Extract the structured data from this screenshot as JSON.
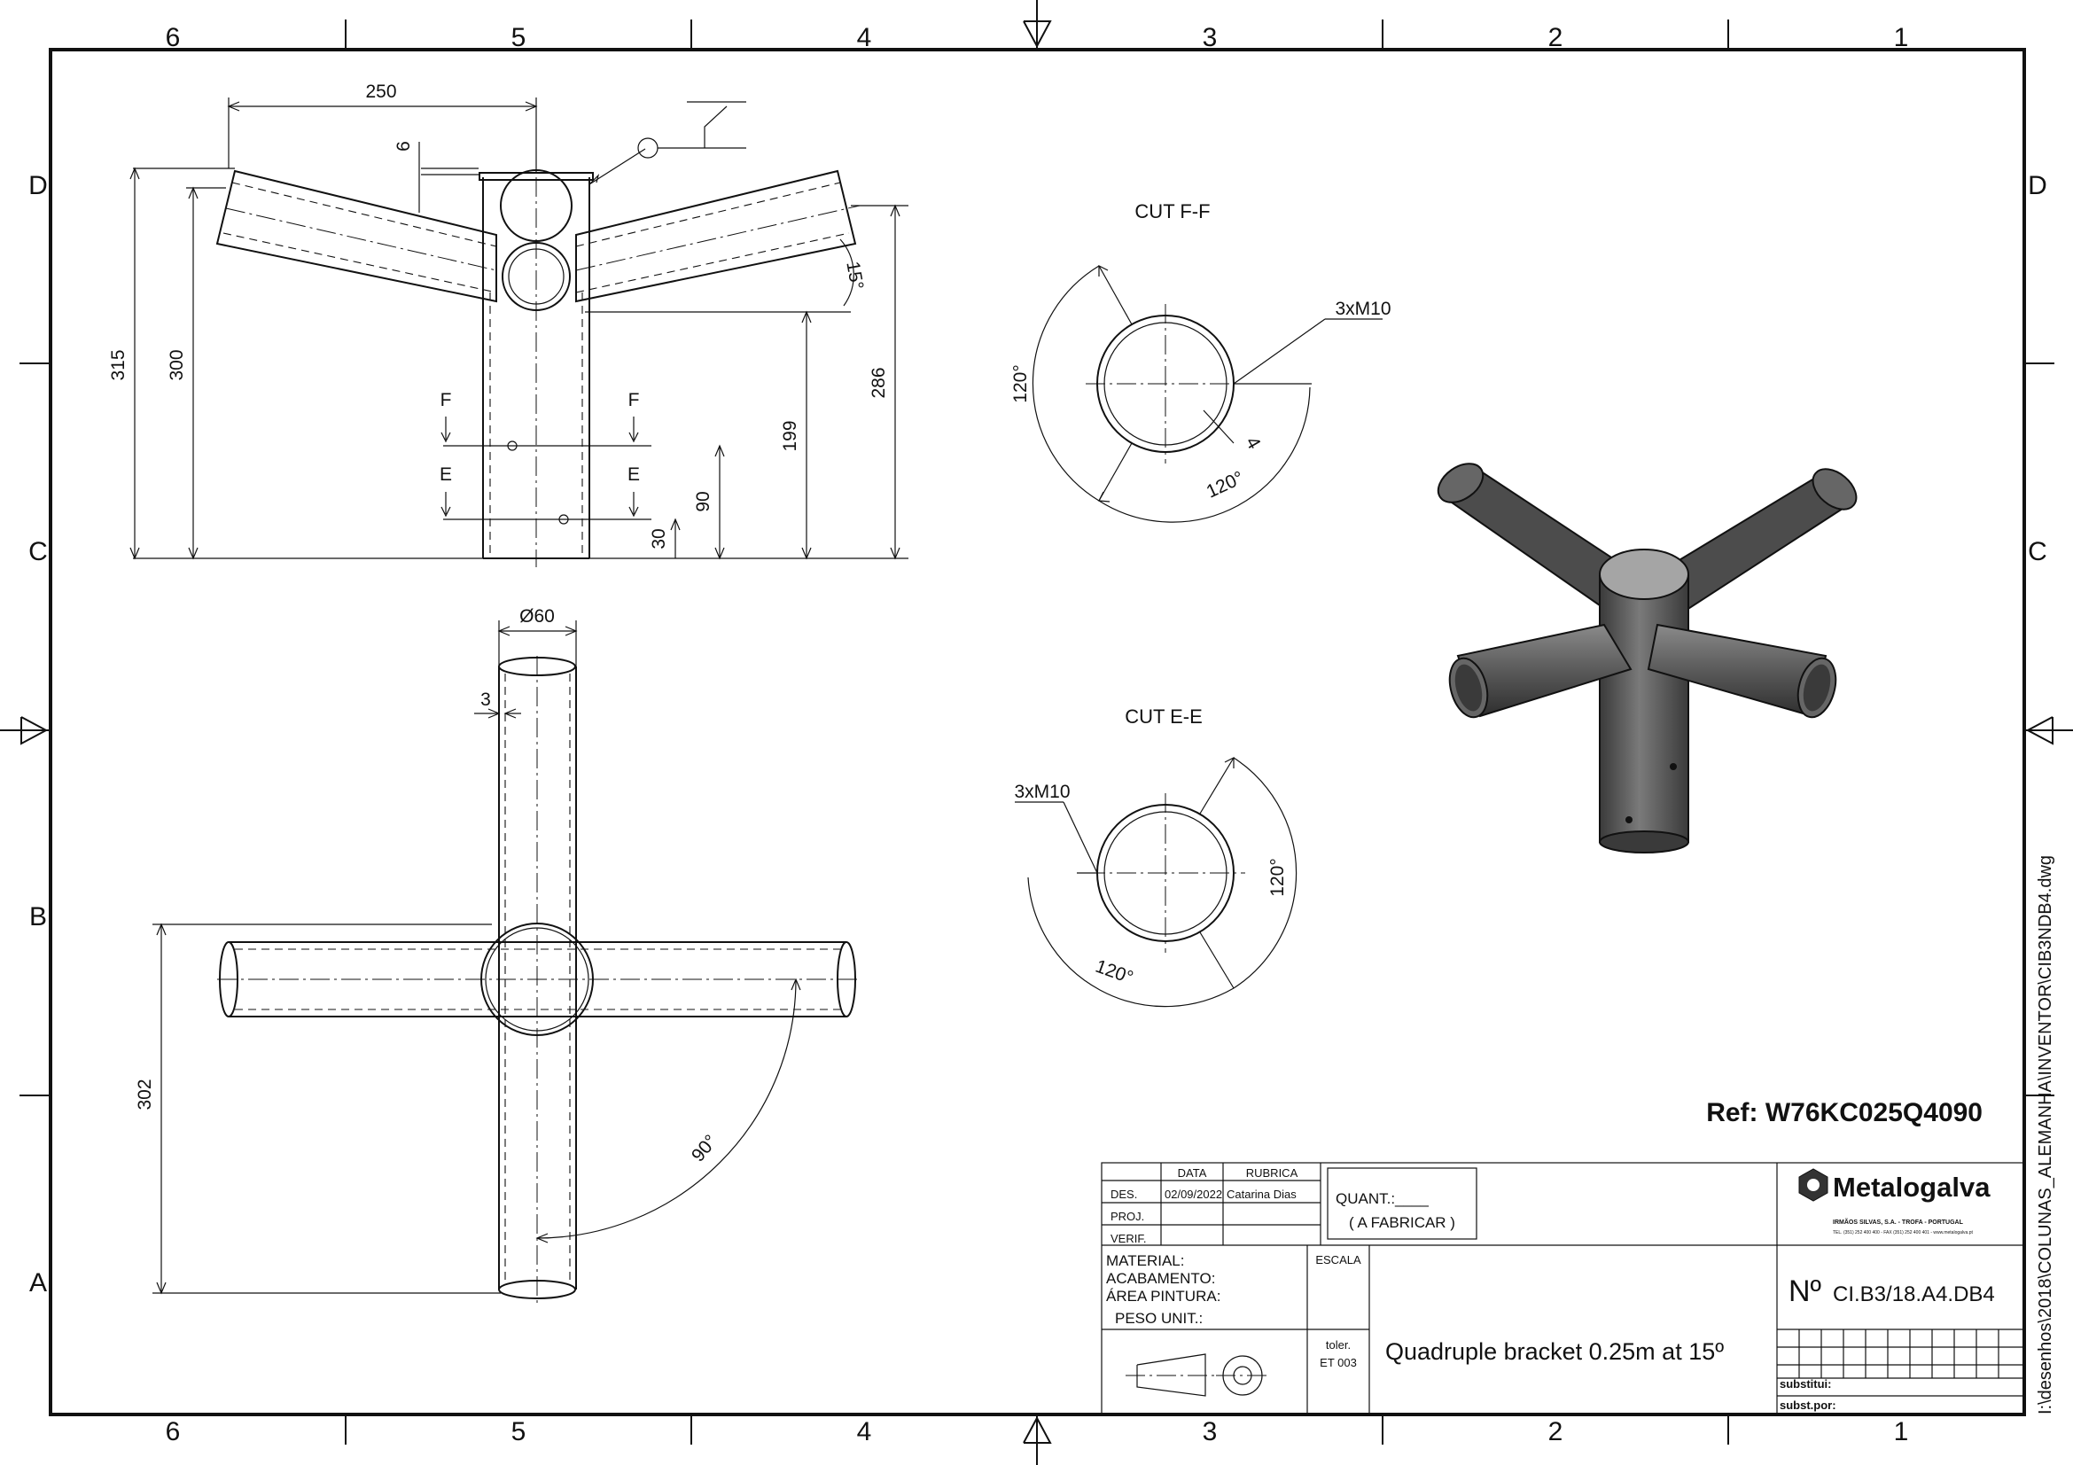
{
  "zones": {
    "cols": [
      "6",
      "5",
      "4",
      "3",
      "2",
      "1"
    ],
    "rows": [
      "D",
      "C",
      "B",
      "A"
    ]
  },
  "dimensions": {
    "arm_length": "250",
    "wall_offset": "6",
    "height_total": "315",
    "height_300": "300",
    "height_286": "286",
    "height_199": "199",
    "hole_90": "90",
    "hole_30": "30",
    "angle_15": "15°",
    "diameter": "Ø60",
    "wall_3": "3",
    "span_302": "302",
    "angle_90": "90°"
  },
  "section_marks": {
    "f": "F",
    "e": "E"
  },
  "cut_ff": {
    "title": "CUT F-F",
    "holes": "3xM10",
    "angle_a": "120°",
    "angle_b": "120°",
    "offset": "4"
  },
  "cut_ee": {
    "title": "CUT E-E",
    "holes": "3xM10",
    "angle_a": "120°",
    "angle_b": "120°"
  },
  "reference": "Ref: W76KC025Q4090",
  "title_block": {
    "col_data": "DATA",
    "col_rubrica": "RUBRICA",
    "row_des": "DES.",
    "row_proj": "PROJ.",
    "row_verif": "VERIF.",
    "date": "02/09/2022",
    "author": "Catarina Dias",
    "quant": "QUANT.:____",
    "a_fabricar": "( A FABRICAR )",
    "material": "MATERIAL:",
    "acabamento": "ACABAMENTO:",
    "area_pintura": "ÁREA PINTURA:",
    "peso_unit": "PESO UNIT.:",
    "escala": "ESCALA",
    "toler": "toler.",
    "et": "ET 003",
    "description": "Quadruple bracket 0.25m at 15º",
    "number_prefix": "Nº",
    "number": "CI.B3/18.A4.DB4",
    "substitui": "substitui:",
    "subst_por": "subst.por:",
    "company": "Metalogalva",
    "company_sub": "IRMÃOS SILVAS, S.A. - TROFA - PORTUGAL",
    "company_contact": "TEL. (351) 252 400 400 - FAX (351) 252 400 401 - www.metalogalva.pt"
  },
  "file_path": "I:\\desenhos\\2018\\COLUNAS_ALEMANHA\\INVENTOR\\CIB3NDB4.dwg",
  "colors": {
    "line": "#111111",
    "render_body": "#5c5c5c",
    "render_dark": "#3a3a3a",
    "render_light": "#9a9a9a"
  }
}
